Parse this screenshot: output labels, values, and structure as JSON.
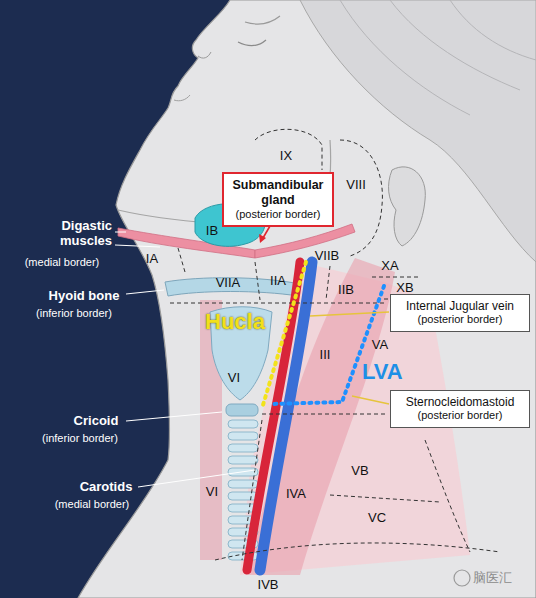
{
  "diagram": {
    "nodes": [
      {
        "text": [
          "Submandibular gland",
          "(posterior border)"
        ]
      },
      {
        "text": [
          "Internal Jugular vein",
          "(posterior border)"
        ]
      },
      {
        "text": [
          "Sternocleidomastoid",
          "(posterior border)"
        ]
      }
    ],
    "labels": [
      "IX",
      "VIII",
      "IB",
      "IA",
      "VIIB",
      "XA",
      "XB",
      "IIA",
      "IIB",
      "VIIA",
      "Digastic muscles",
      "(medial border)",
      "Hyoid bone",
      "(inferior border)",
      "Hucla",
      "III",
      "VA",
      "LVA",
      "VI",
      "Cricoid",
      "(inferior border)",
      "Carotids",
      "(medial border)",
      "VI",
      "IVA",
      "VB",
      "VC",
      "IVB",
      "脑医汇"
    ]
  }
}
